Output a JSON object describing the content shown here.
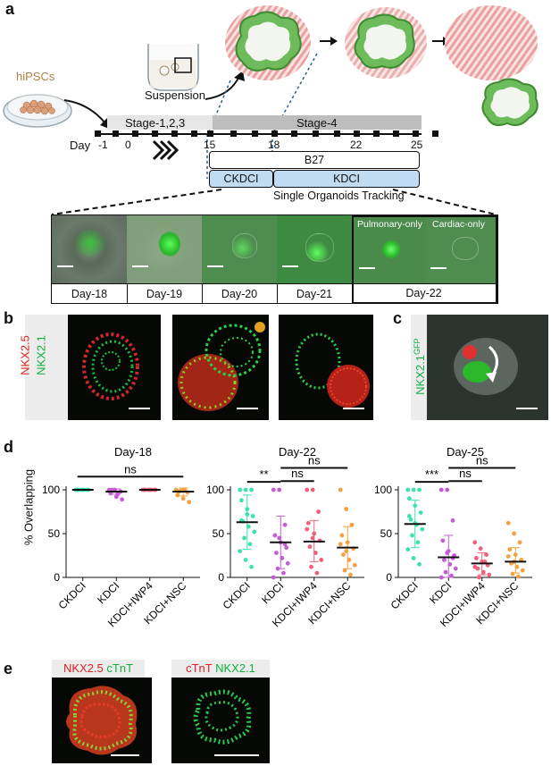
{
  "panel_labels": {
    "a": "a",
    "b": "b",
    "c": "c",
    "d": "d",
    "e": "e"
  },
  "panel_a": {
    "hipsc_label": "hiPSCs",
    "suspension_label": "Suspension",
    "stage_early": "Stage-1,2,3",
    "stage_late": "Stage-4",
    "day_label": "Day",
    "day_ticks": [
      "-1",
      "0",
      "15",
      "18",
      "22",
      "25"
    ],
    "b27_label": "B27",
    "ckdci_label": "CKDCI",
    "kdci_label": "KDCI",
    "tracking_label": "Single Organoids Tracking",
    "tiles": [
      "Day-18",
      "Day-19",
      "Day-20",
      "Day-21",
      "Day-22"
    ],
    "pulmonary_only": "Pulmonary-only",
    "cardiac_only": "Cardiac-only"
  },
  "panel_b": {
    "marker_red": "NKX2.5",
    "marker_green": "NKX2.1"
  },
  "panel_c": {
    "label_main": "NKX2.1",
    "label_sup": "GFP"
  },
  "panel_d": {
    "ylabel": "% Overlapping",
    "ns_label": "ns",
    "colors": {
      "CKDCI": "#3fe0b0",
      "KDCI": "#c55bd6",
      "KDCI+IWP4": "#f0607a",
      "KDCI+NSC": "#f5a040"
    },
    "charts": [
      {
        "title": "Day-18",
        "categories": [
          "CKDCI",
          "KDCI",
          "KDCI+IWP4",
          "KDCI+NSC"
        ],
        "means": [
          100,
          98,
          100,
          98
        ],
        "sd_low": [
          100,
          95,
          100,
          93
        ],
        "sd_high": [
          100,
          101,
          100,
          102
        ],
        "ylim": [
          0,
          100
        ],
        "yticks": [
          0,
          50,
          100
        ],
        "significance": [
          {
            "from": 0,
            "to": 3,
            "label": "ns",
            "y": 115
          }
        ]
      },
      {
        "title": "Day-22",
        "categories": [
          "CKDCI",
          "KDCI",
          "KDCI+IWP4",
          "KDCI+NSC"
        ],
        "means": [
          63,
          40,
          41,
          34
        ],
        "sd_low": [
          32,
          10,
          18,
          10
        ],
        "sd_high": [
          94,
          70,
          65,
          58
        ],
        "ylim": [
          0,
          100
        ],
        "yticks": [
          0,
          50,
          100
        ],
        "significance": [
          {
            "from": 0,
            "to": 1,
            "label": "**",
            "y": 109
          },
          {
            "from": 1,
            "to": 2,
            "label": "ns",
            "y": 110
          },
          {
            "from": 1,
            "to": 3,
            "label": "ns",
            "y": 125
          }
        ]
      },
      {
        "title": "Day-25",
        "categories": [
          "CKDCI",
          "KDCI",
          "KDCI+IWP4",
          "KDCI+NSC"
        ],
        "means": [
          61,
          23,
          16,
          18
        ],
        "sd_low": [
          34,
          0,
          3,
          5
        ],
        "sd_high": [
          88,
          48,
          28,
          34
        ],
        "ylim": [
          0,
          100
        ],
        "yticks": [
          0,
          50,
          100
        ],
        "significance": [
          {
            "from": 0,
            "to": 1,
            "label": "***",
            "y": 109
          },
          {
            "from": 1,
            "to": 2,
            "label": "ns",
            "y": 110
          },
          {
            "from": 1,
            "to": 3,
            "label": "ns",
            "y": 125
          }
        ]
      }
    ]
  },
  "chart_data": [
    {
      "type": "scatter",
      "title": "Day-18",
      "ylabel": "% Overlapping",
      "categories": [
        "CKDCI",
        "KDCI",
        "KDCI+IWP4",
        "KDCI+NSC"
      ],
      "ylim": [
        0,
        100
      ],
      "series": [
        {
          "values": [
            100,
            100,
            100,
            100,
            100,
            100,
            100,
            100
          ]
        },
        {
          "values": [
            100,
            100,
            98,
            96,
            92,
            89,
            100,
            95
          ]
        },
        {
          "values": [
            100,
            100,
            100,
            100,
            100,
            100,
            100,
            100
          ]
        },
        {
          "values": [
            100,
            100,
            97,
            94,
            90,
            86,
            98,
            100
          ]
        }
      ],
      "means": [
        100,
        98,
        100,
        98
      ]
    },
    {
      "type": "scatter",
      "title": "Day-22",
      "ylabel": "% Overlapping",
      "categories": [
        "CKDCI",
        "KDCI",
        "KDCI+IWP4",
        "KDCI+NSC"
      ],
      "ylim": [
        0,
        100
      ],
      "series": [
        {
          "values": [
            100,
            100,
            100,
            88,
            78,
            70,
            64,
            58,
            52,
            45,
            38,
            30,
            20,
            12,
            65,
            72
          ]
        },
        {
          "values": [
            100,
            100,
            60,
            48,
            40,
            34,
            28,
            22,
            16,
            10,
            5,
            0,
            45,
            38
          ]
        },
        {
          "values": [
            100,
            100,
            75,
            62,
            50,
            42,
            35,
            28,
            20,
            12,
            5,
            55,
            45
          ]
        },
        {
          "values": [
            100,
            78,
            60,
            48,
            40,
            33,
            26,
            20,
            14,
            8,
            3,
            38,
            30
          ]
        }
      ],
      "means": [
        63,
        40,
        41,
        34
      ]
    },
    {
      "type": "scatter",
      "title": "Day-25",
      "ylabel": "% Overlapping",
      "categories": [
        "CKDCI",
        "KDCI",
        "KDCI+IWP4",
        "KDCI+NSC"
      ],
      "ylim": [
        0,
        100
      ],
      "series": [
        {
          "values": [
            100,
            100,
            100,
            90,
            82,
            74,
            66,
            60,
            55,
            48,
            40,
            32,
            22,
            15,
            70,
            62
          ]
        },
        {
          "values": [
            100,
            100,
            65,
            42,
            30,
            25,
            20,
            15,
            10,
            6,
            2,
            0,
            28,
            22
          ]
        },
        {
          "values": [
            40,
            33,
            26,
            22,
            18,
            14,
            10,
            6,
            3,
            0,
            18,
            12
          ]
        },
        {
          "values": [
            62,
            50,
            40,
            32,
            26,
            20,
            16,
            12,
            8,
            4,
            1,
            24,
            18
          ]
        }
      ],
      "means": [
        61,
        23,
        16,
        18
      ]
    }
  ],
  "panel_e": {
    "left_red": "NKX2.5",
    "left_green": "cTnT",
    "right_red": "cTnT",
    "right_green": "NKX2.1"
  }
}
